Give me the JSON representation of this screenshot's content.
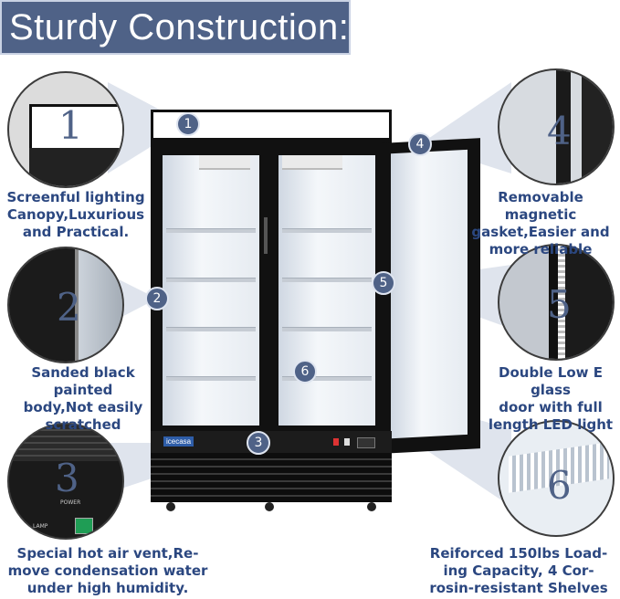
{
  "title": "Sturdy Construction:",
  "brand": "icecasa",
  "markers": [
    "1",
    "2",
    "3",
    "4",
    "5",
    "6"
  ],
  "features": [
    {
      "number": "1",
      "caption": [
        "Screenful lighting",
        "Canopy,Luxurious",
        "and Practical."
      ]
    },
    {
      "number": "2",
      "caption": [
        "Sanded black painted",
        "body,Not easily",
        "scratched"
      ]
    },
    {
      "number": "3",
      "caption": [
        "Special hot air vent,Re-",
        "move condensation water",
        "under high humidity."
      ]
    },
    {
      "number": "4",
      "caption": [
        "Removable magnetic",
        "gasket,Easier and",
        "more reliable"
      ]
    },
    {
      "number": "5",
      "caption": [
        "Double Low E glass",
        "door with full",
        "length LED light"
      ]
    },
    {
      "number": "6",
      "caption": [
        "Reiforced 150lbs Load-",
        "ing Capacity, 4 Cor-",
        "rosin-resistant Shelves"
      ]
    }
  ],
  "panel_labels": {
    "power": "POWER",
    "lamp": "LAMP"
  },
  "colors": {
    "accent": "#4f6287",
    "caption": "#2b4780",
    "switch": "#1f9d55"
  }
}
